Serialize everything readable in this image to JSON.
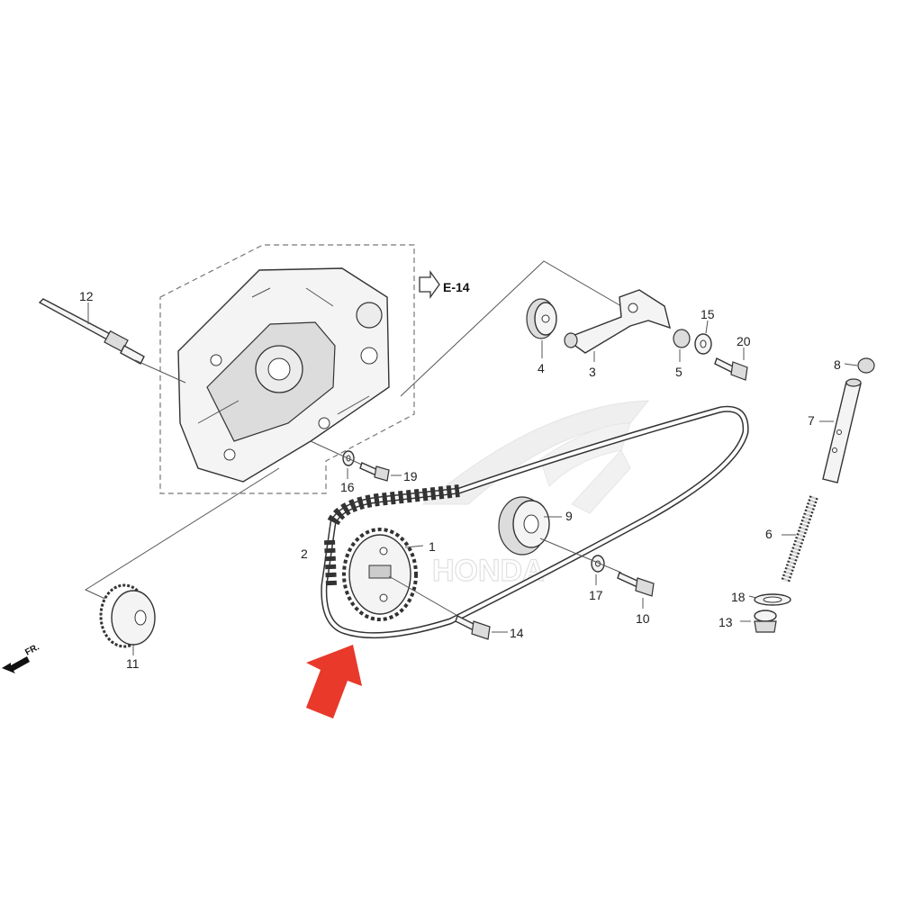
{
  "diagram": {
    "reference_label": "E-14",
    "front_marker": "FR.",
    "watermark_text": "HONDA",
    "callouts": [
      "1",
      "2",
      "3",
      "4",
      "5",
      "6",
      "7",
      "8",
      "9",
      "10",
      "11",
      "12",
      "13",
      "14",
      "15",
      "16",
      "17",
      "18",
      "19",
      "20"
    ],
    "accent_arrow_color": "#e8392b",
    "line_color": "#333333"
  }
}
